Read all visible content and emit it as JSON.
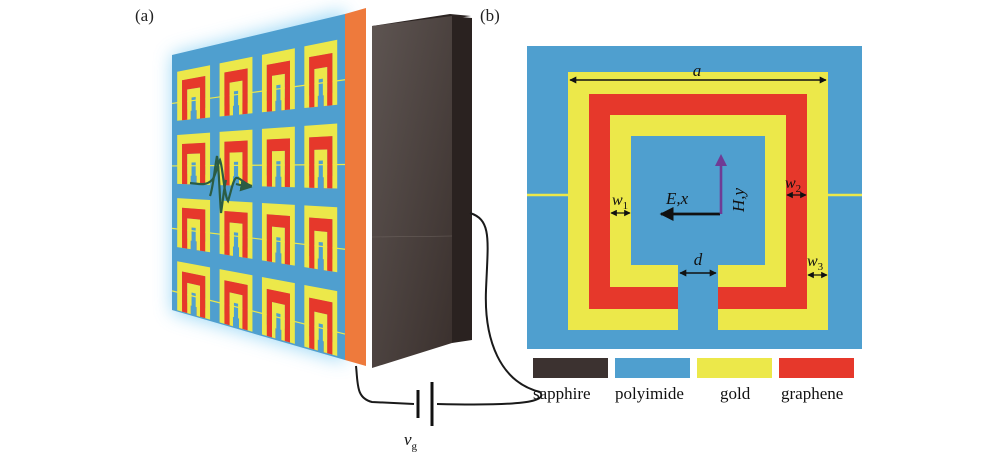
{
  "panels": {
    "a": "(a)",
    "b": "(b)"
  },
  "voltage": {
    "symbol": "v",
    "subscript": "g"
  },
  "unit_cell": {
    "a": "a",
    "d": "d",
    "w1": {
      "symbol": "w",
      "subscript": "1"
    },
    "w2": {
      "symbol": "w",
      "subscript": "2"
    },
    "w3": {
      "symbol": "w",
      "subscript": "3"
    },
    "e_field": "E,x",
    "h_field": "H,y"
  },
  "legend": [
    {
      "label": "sapphire",
      "color": "#3c3230"
    },
    {
      "label": "polyimide",
      "color": "#4f9fcf"
    },
    {
      "label": "gold",
      "color": "#ece84a"
    },
    {
      "label": "graphene",
      "color": "#e6382b"
    }
  ],
  "colors": {
    "orange_layer": "#ee7a3c",
    "wire": "#1a1a1a",
    "e_arrow": "#111111",
    "h_arrow": "#6f3b95",
    "wave": "#2b5c44"
  }
}
